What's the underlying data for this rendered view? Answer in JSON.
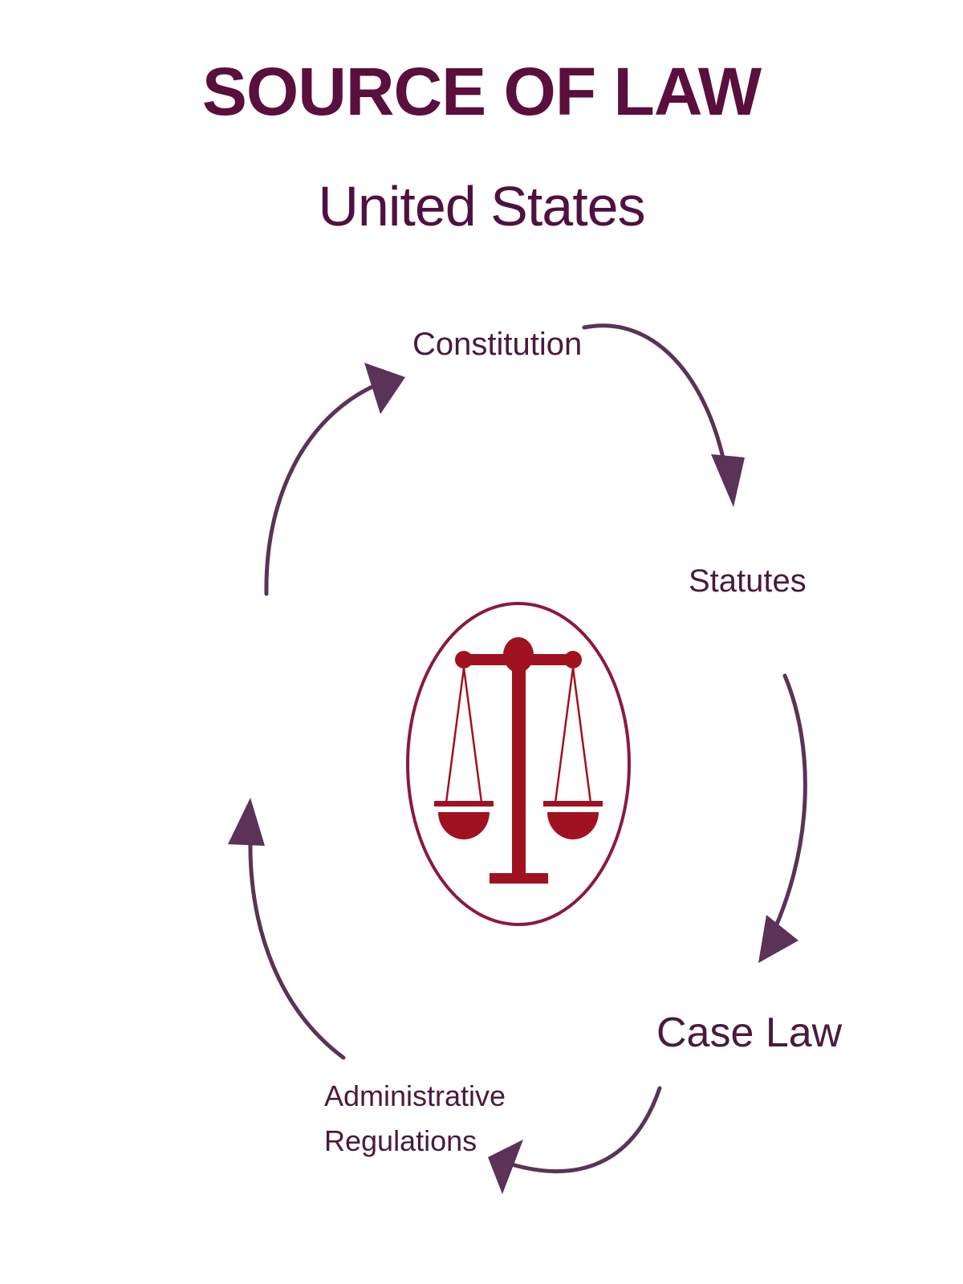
{
  "header": {
    "title": "SOURCE OF LAW",
    "subtitle": "United States"
  },
  "cycle": {
    "nodes": [
      {
        "label": "Constitution"
      },
      {
        "label": "Statutes"
      },
      {
        "label": "Case Law"
      },
      {
        "label": "Administrative",
        "label_line2": "Regulations"
      }
    ]
  },
  "center_icon": "scales-of-justice-icon",
  "colors": {
    "title": "#5a0f3c",
    "subtitle": "#4f1240",
    "label": "#4a1a3e",
    "arrow": "#5b3258",
    "circle": "#8b1a3a",
    "scales": "#a01220"
  }
}
